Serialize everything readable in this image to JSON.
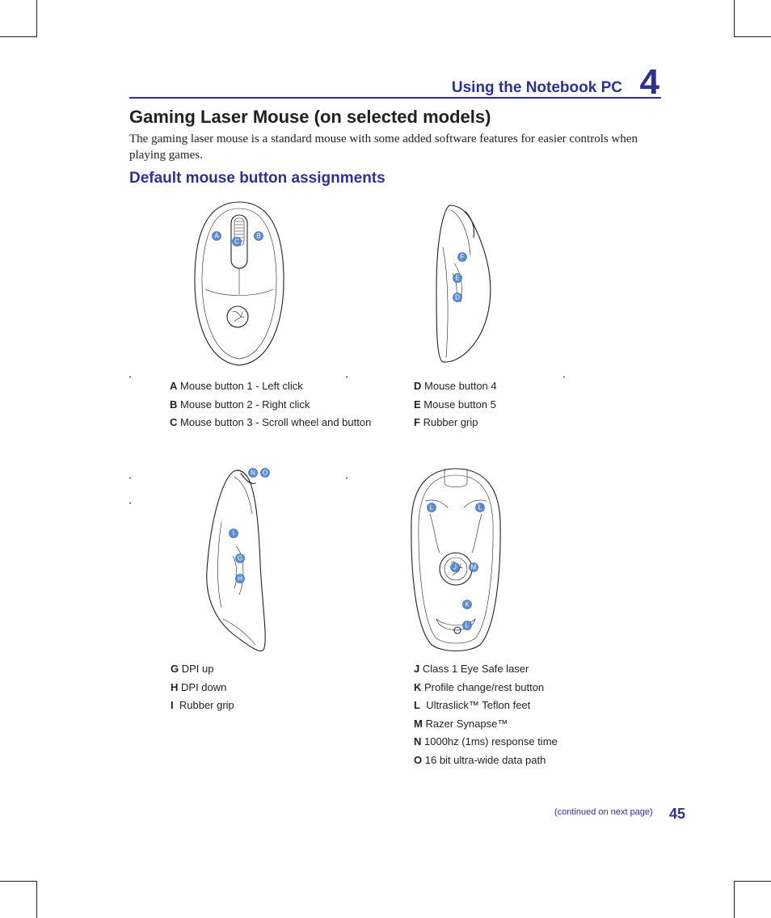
{
  "header": {
    "title": "Using the Notebook PC",
    "chapter": "4"
  },
  "section_title": "Gaming Laser Mouse (on selected models)",
  "intro": "The gaming laser mouse is a standard mouse with some added software features for easier controls when playing games.",
  "subsection_title": "Default mouse button assignments",
  "figures": {
    "top_view": {
      "labels": [
        "A",
        "B",
        "C"
      ]
    },
    "left_side_view": {
      "labels": [
        "D",
        "E",
        "F"
      ]
    },
    "right_side_view": {
      "labels": [
        "G",
        "H",
        "I",
        "N",
        "O"
      ]
    },
    "bottom_view": {
      "labels": [
        "J",
        "K",
        "L",
        "L",
        "L",
        "M"
      ]
    }
  },
  "legends": {
    "top_left": [
      {
        "key": "A",
        "text": "Mouse button 1 - Left click"
      },
      {
        "key": "B",
        "text": "Mouse button 2 - Right click"
      },
      {
        "key": "C",
        "text": "Mouse button 3 - Scroll wheel and button"
      }
    ],
    "top_right": [
      {
        "key": "D",
        "text": "Mouse button 4"
      },
      {
        "key": "E",
        "text": "Mouse button 5"
      },
      {
        "key": "F",
        "text": "Rubber grip"
      }
    ],
    "bottom_left": [
      {
        "key": "G",
        "text": "DPI up"
      },
      {
        "key": "H",
        "text": "DPI down"
      },
      {
        "key": "I",
        "text": "Rubber grip"
      }
    ],
    "bottom_right": [
      {
        "key": "J",
        "text": "Class 1 Eye Safe laser"
      },
      {
        "key": "K",
        "text": "Profile change/rest button"
      },
      {
        "key": "L",
        "text": "Ultraslick™ Teflon feet"
      },
      {
        "key": "M",
        "text": "Razer Synapse™"
      },
      {
        "key": "N",
        "text": "1000hz (1ms) response time"
      },
      {
        "key": "O",
        "text": "16 bit ultra-wide data path"
      }
    ]
  },
  "footer": {
    "note": "(continued on next page)",
    "page_number": "45"
  },
  "colors": {
    "accent": "#2e3192",
    "badge": "#5b8fd1",
    "text": "#231f20"
  }
}
